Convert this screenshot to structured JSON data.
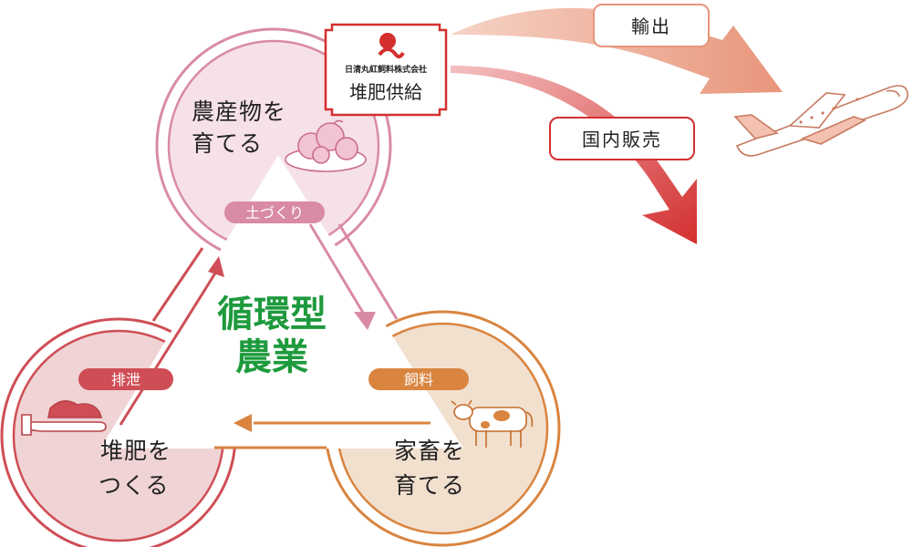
{
  "center_title": {
    "line1": "循環型",
    "line2": "農業"
  },
  "nodes": {
    "crops": {
      "line1": "農産物を",
      "line2": "育てる",
      "badge": "土づくり"
    },
    "livestock": {
      "line1": "家畜を",
      "line2": "育てる",
      "badge": "飼料"
    },
    "compost": {
      "line1": "堆肥を",
      "line2": "つくる",
      "badge": "排泄"
    }
  },
  "company": {
    "name": "日清丸紅飼料株式会社",
    "label": "堆肥供給"
  },
  "outputs": {
    "export": "輸出",
    "domestic": "国内販売"
  },
  "colors": {
    "crops": "#d98aa6",
    "crops_fill": "#f6e1e8",
    "livestock": "#d9843f",
    "livestock_fill": "#f2e0cf",
    "compost": "#cf4e55",
    "compost_fill": "#f0d3d5",
    "green": "#1e9a3d",
    "export": "#e8957a",
    "domestic": "#d32f2f"
  },
  "icons": [
    "vegetable-plate-icon",
    "cow-icon",
    "compost-hand-icon",
    "airplane-icon",
    "company-logo-icon"
  ]
}
